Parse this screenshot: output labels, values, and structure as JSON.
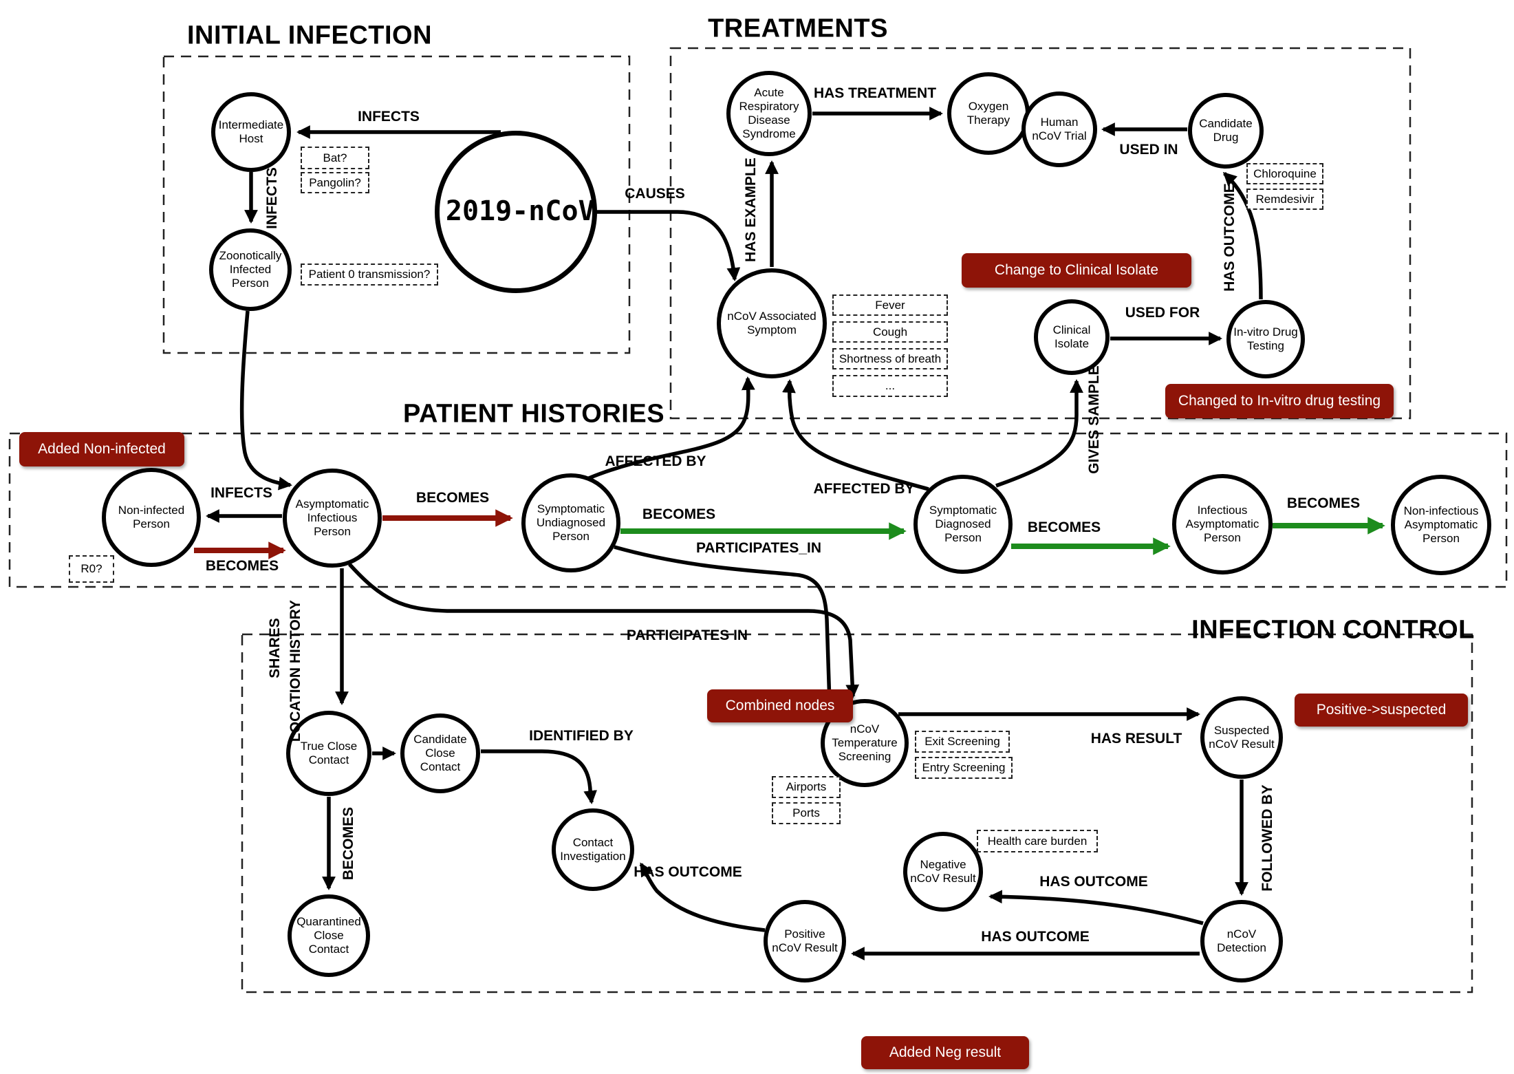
{
  "sections": {
    "initial_infection": {
      "title": "INITIAL INFECTION"
    },
    "treatments": {
      "title": "TREATMENTS"
    },
    "patient_histories": {
      "title": "PATIENT HISTORIES"
    },
    "infection_control": {
      "title": "INFECTION CONTROL"
    }
  },
  "nodes": {
    "ncov_2019": {
      "label": "2019-nCoV"
    },
    "intermediate_host": {
      "label": "Intermediate Host"
    },
    "zoonotically_infected_person": {
      "label": "Zoonotically Infected Person"
    },
    "ncov_associated_symptom": {
      "label": "nCoV Associated Symptom"
    },
    "acute_respiratory_disease_syndrome": {
      "label": "Acute Respiratory Disease Syndrome"
    },
    "oxygen_therapy": {
      "label": "Oxygen Therapy"
    },
    "human_ncov_trial": {
      "label": "Human nCoV Trial"
    },
    "candidate_drug": {
      "label": "Candidate Drug"
    },
    "clinical_isolate": {
      "label": "Clinical Isolate"
    },
    "invitro_drug_testing": {
      "label": "In-vitro Drug Testing"
    },
    "non_infected_person": {
      "label": "Non-infected Person"
    },
    "asymptomatic_infectious_person": {
      "label": "Asymptomatic Infectious Person"
    },
    "symptomatic_undiagnosed_person": {
      "label": "Symptomatic Undiagnosed Person"
    },
    "symptomatic_diagnosed_person": {
      "label": "Symptomatic Diagnosed Person"
    },
    "infectious_asymptomatic_person": {
      "label": "Infectious Asymptomatic Person"
    },
    "non_infectious_asymptomatic_person": {
      "label": "Non-infectious Asymptomatic Person"
    },
    "true_close_contact": {
      "label": "True Close Contact"
    },
    "candidate_close_contact": {
      "label": "Candidate Close Contact"
    },
    "quarantined_close_contact": {
      "label": "Quarantined Close Contact"
    },
    "contact_investigation": {
      "label": "Contact Investigation"
    },
    "ncov_temperature_screening": {
      "label": "nCoV Temperature Screening"
    },
    "suspected_ncov_result": {
      "label": "Suspected nCoV Result"
    },
    "negative_ncov_result": {
      "label": "Negative nCoV Result"
    },
    "ncov_detection": {
      "label": "nCoV Detection"
    },
    "positive_ncov_result": {
      "label": "Positive nCoV Result"
    }
  },
  "edge_labels": {
    "infects_ncov_host": "INFECTS",
    "infects_host_zoonotic": "INFECTS",
    "infects_asym_noninfected": "INFECTS",
    "causes": "CAUSES",
    "has_example": "HAS EXAMPLE",
    "has_treatment": "HAS TREATMENT",
    "used_in": "USED IN",
    "has_outcome_drug": "HAS OUTCOME",
    "used_for": "USED FOR",
    "gives_sample": "GIVES SAMPLE",
    "affected_by_undiagnosed": "AFFECTED BY",
    "affected_by_diagnosed": "AFFECTED BY",
    "becomes_noninfected_asym": "BECOMES",
    "becomes_asym_undiagnosed": "BECOMES",
    "becomes_undiagnosed_diagnosed": "BECOMES",
    "becomes_diagnosed_infasym": "BECOMES",
    "becomes_infasym_noninfasym": "BECOMES",
    "participates_in_undiagnosed": "PARTICIPATES_IN",
    "participates_in_asym": "PARTICIPATES IN",
    "shares_line1": "SHARES",
    "shares_line2": "LOCATION HISTORY",
    "identified_by": "IDENTIFIED BY",
    "becomes_true_quarantined": "BECOMES",
    "has_result": "HAS RESULT",
    "followed_by": "FOLLOWED BY",
    "has_outcome_negative": "HAS OUTCOME",
    "has_outcome_positive": "HAS OUTCOME",
    "has_outcome_contact": "HAS OUTCOME"
  },
  "annotations": {
    "bat": "Bat?",
    "pangolin": "Pangolin?",
    "patient0": "Patient 0 transmission?",
    "fever": "Fever",
    "cough": "Cough",
    "shortness_of_breath": "Shortness of breath",
    "more": "...",
    "chloroquine": "Chloroquine",
    "remdesivir": "Remdesivir",
    "r0": "R0?",
    "exit_screening": "Exit Screening",
    "entry_screening": "Entry Screening",
    "airports": "Airports",
    "ports": "Ports",
    "health_care_burden": "Health care burden"
  },
  "badges": {
    "added_non_infected": "Added Non-infected",
    "change_to_clinical_isolate": "Change to Clinical Isolate",
    "changed_to_invitro": "Changed to In-vitro drug testing",
    "combined_nodes": "Combined nodes",
    "positive_to_suspected": "Positive->suspected",
    "added_neg_result": "Added Neg result"
  },
  "colors": {
    "badge_background": "#8e1408",
    "becomes_infected_arrow": "#8e1408",
    "becomes_recovery_arrow": "#1d8c1d",
    "edge": "#000000"
  }
}
